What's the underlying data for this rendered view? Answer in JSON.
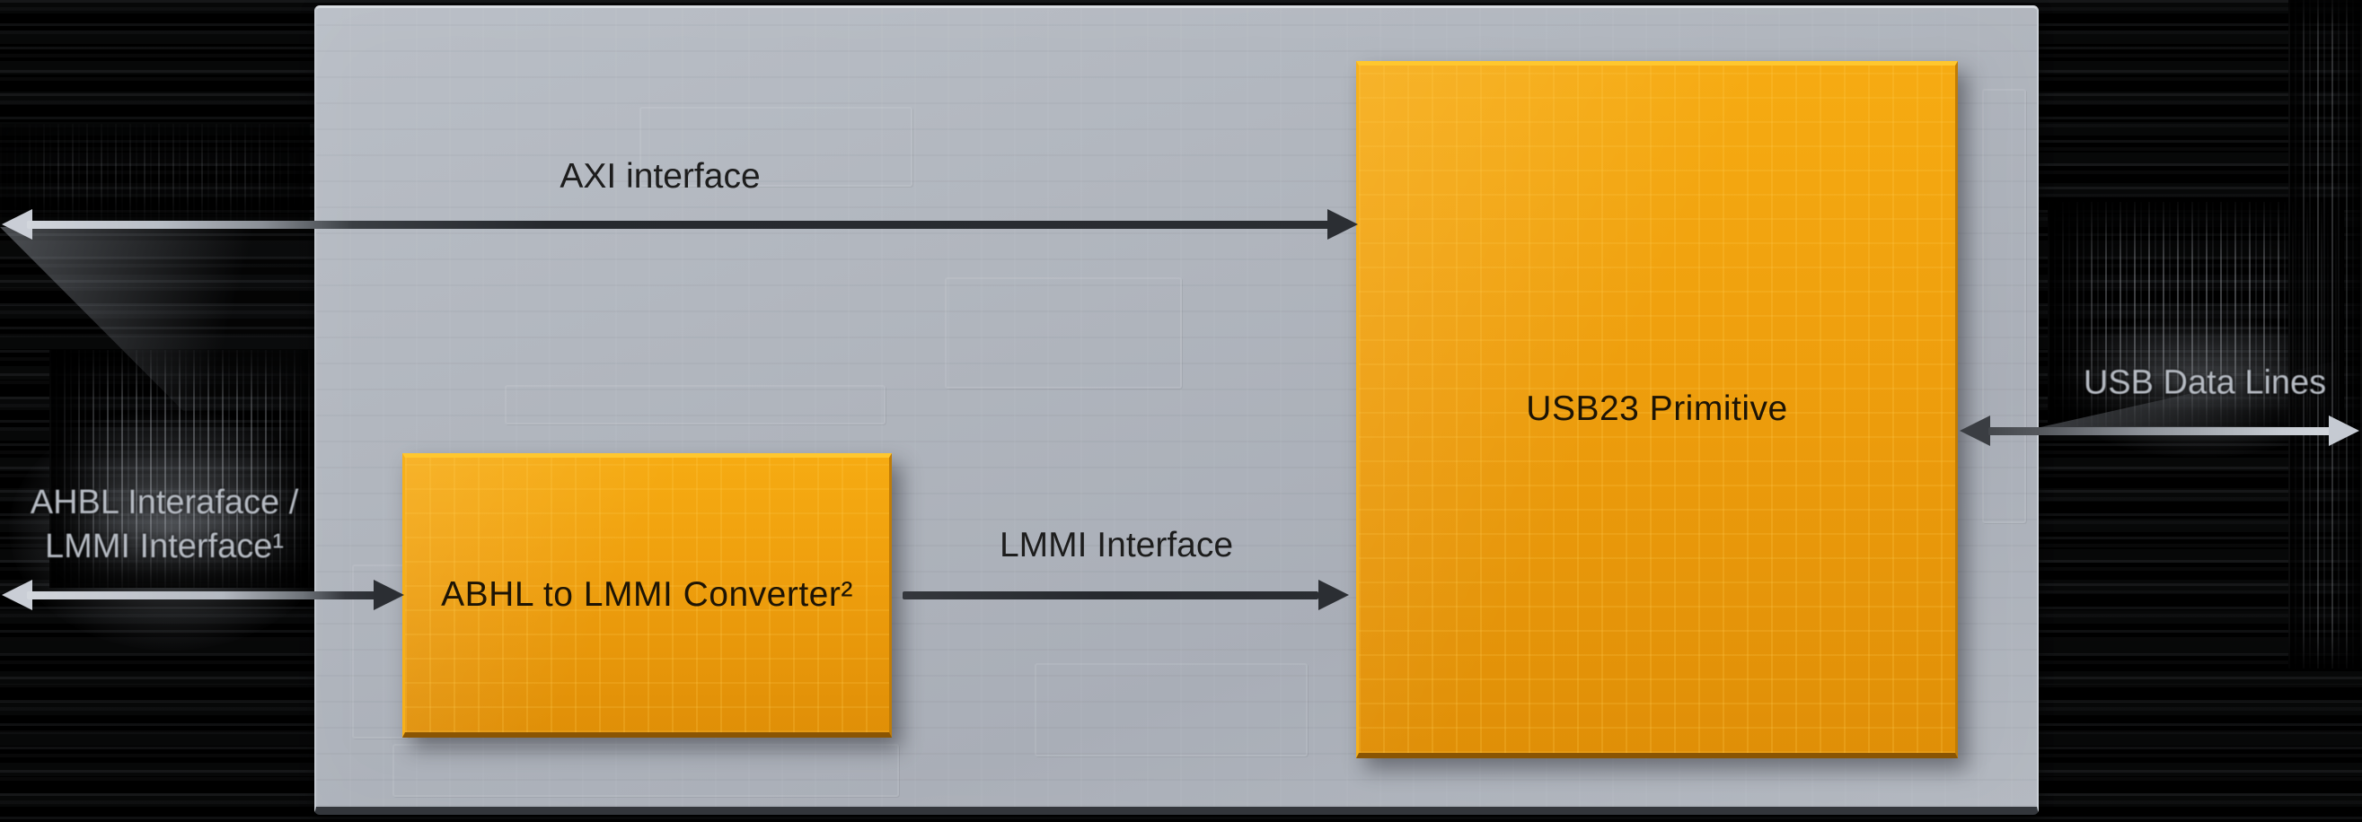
{
  "diagram": {
    "blocks": {
      "converter": {
        "label": "ABHL to LMMI Converter²"
      },
      "usb23": {
        "label": "USB23 Primitive"
      }
    },
    "connections": {
      "axi": {
        "label": "AXI interface",
        "direction": "bidirectional"
      },
      "ahbl": {
        "label_line1": "AHBL Interaface /",
        "label_line2": "LMMI Interface¹",
        "direction": "bidirectional"
      },
      "lmmi": {
        "label": "LMMI Interface",
        "direction": "left-to-right"
      },
      "usb_data": {
        "label": "USB Data Lines",
        "direction": "bidirectional"
      }
    },
    "colors": {
      "background": "#000000",
      "panel": "#AFB4BC",
      "block": "#EE9E0D",
      "block_highlight": "#FFC72E",
      "block_shadow": "#8A5503",
      "arrow_dark": "#2B2E33",
      "arrow_light": "#C9CED6",
      "text_dark": "#1D1D1D",
      "text_light": "#B7BCC4"
    }
  }
}
